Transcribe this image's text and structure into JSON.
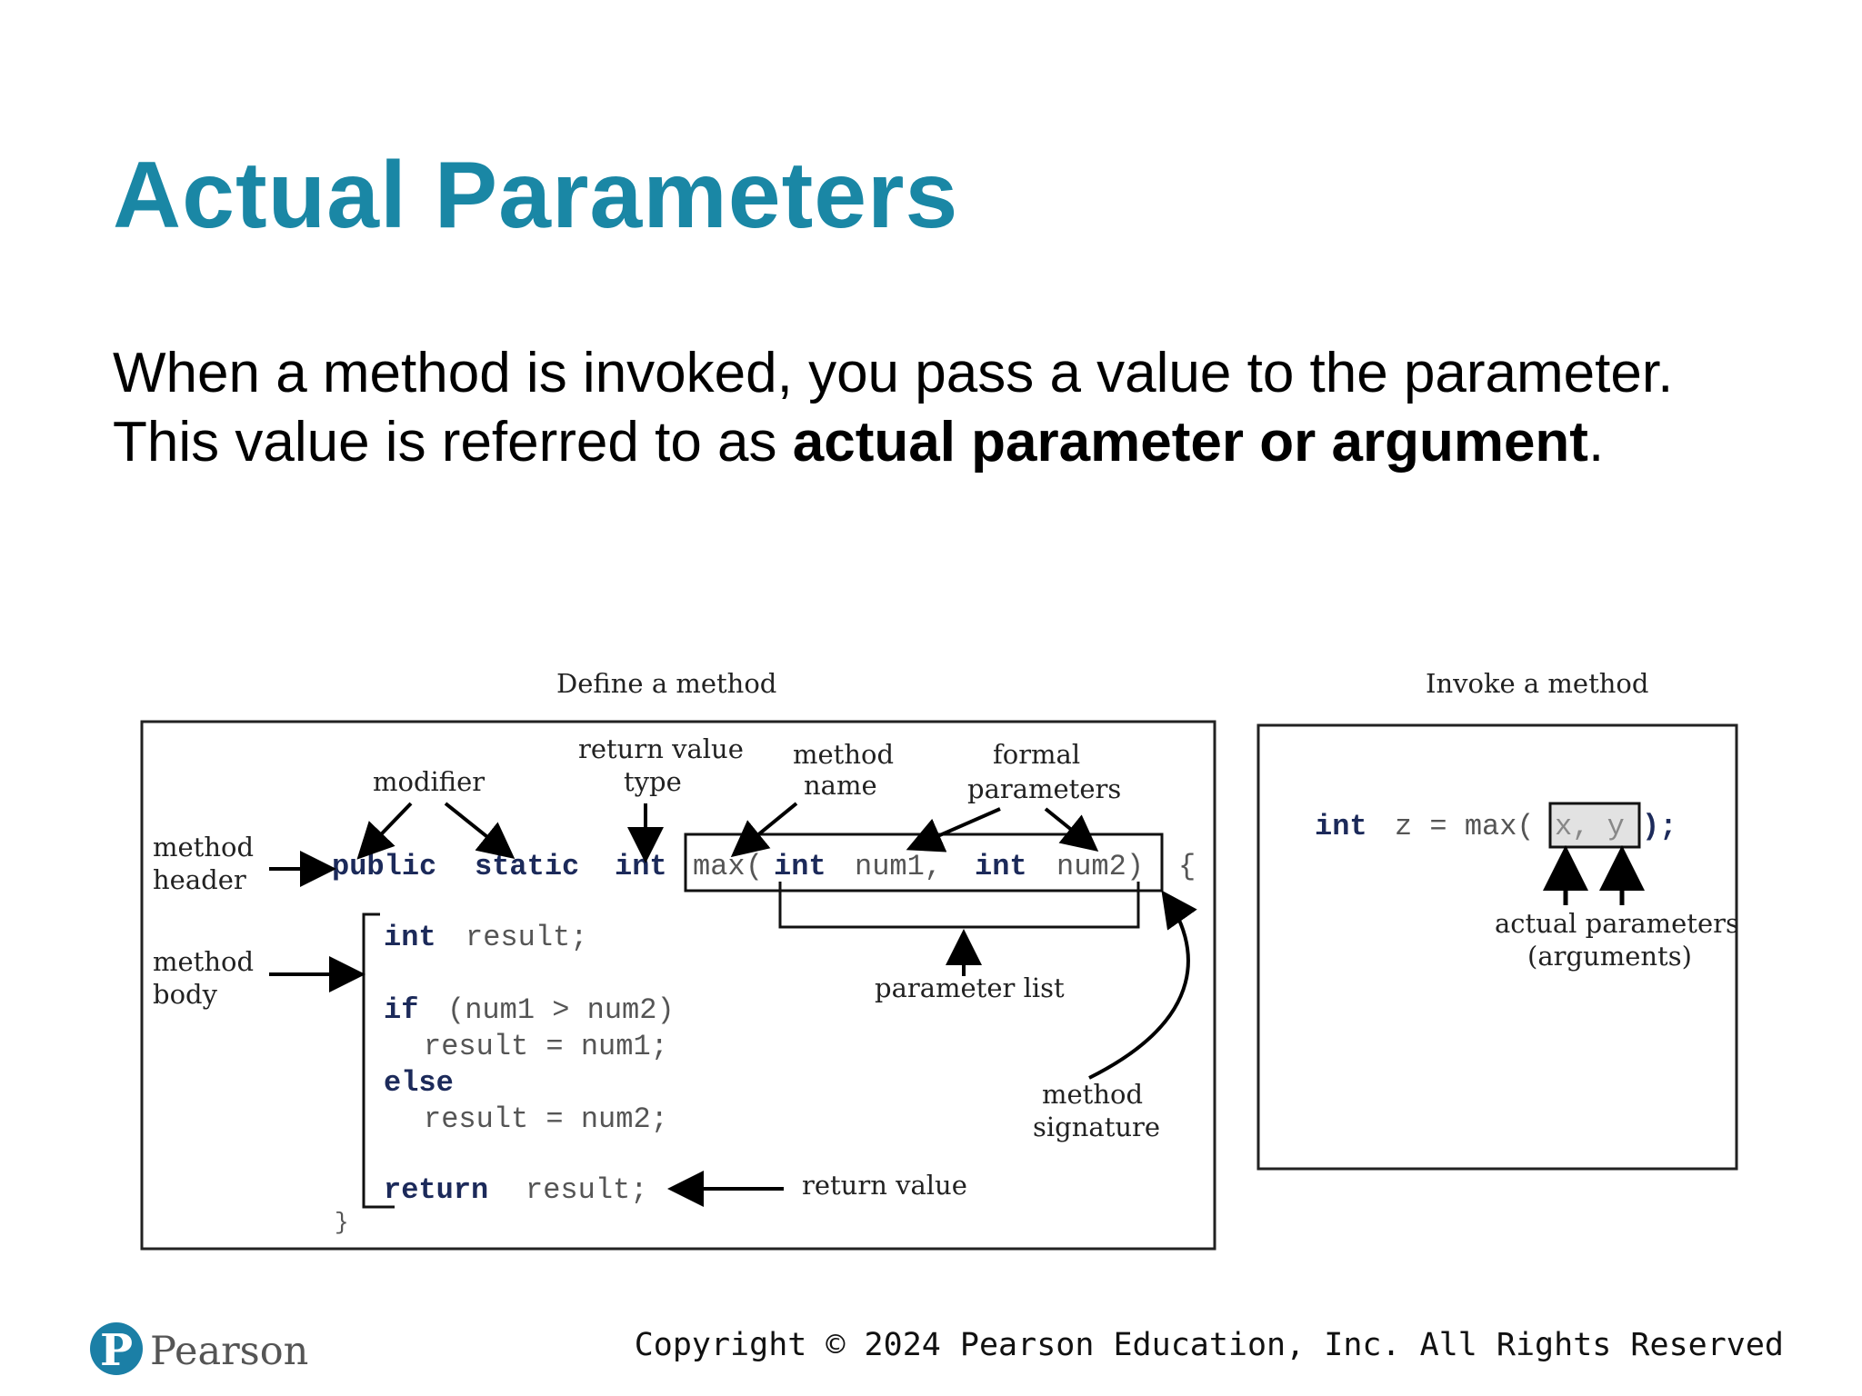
{
  "slide": {
    "title": "Actual Parameters",
    "body_line1": "When a method is invoked, you pass a value to the parameter.",
    "body_line2_prefix": "This value is referred to as ",
    "body_line2_bold": "actual parameter or argument",
    "body_line2_suffix": "."
  },
  "define_panel": {
    "caption": "Define a method",
    "labels": {
      "modifier": "modifier",
      "return_value_type_1": "return value",
      "return_value_type_2": "type",
      "method_name_1": "method",
      "method_name_2": "name",
      "formal_parameters_1": "formal",
      "formal_parameters_2": "parameters",
      "method_header_1": "method",
      "method_header_2": "header",
      "method_body_1": "method",
      "method_body_2": "body",
      "parameter_list": "parameter list",
      "method_signature_1": "method",
      "method_signature_2": "signature",
      "return_value": "return value"
    },
    "code": {
      "kw_public": "public",
      "kw_static": "static",
      "kw_int": "int",
      "name": "max",
      "open_paren": "(",
      "kw_int_2": "int",
      "num1": "num1,",
      "kw_int_3": "int",
      "num2": "num2)",
      "brace_open": "{",
      "kw_int_4": "int",
      "result_decl": "result;",
      "kw_if": "if",
      "condition": "(num1 > num2)",
      "assign1": "result = num1;",
      "kw_else": "else",
      "assign2": "result = num2;",
      "kw_return": "return",
      "return_expr": "result;",
      "brace_close": "}"
    }
  },
  "invoke_panel": {
    "caption": "Invoke a method",
    "code": {
      "kw_int": "int",
      "assign": "z = max(",
      "args": "x, y",
      "end": ");"
    },
    "label_1": "actual parameters",
    "label_2": "(arguments)"
  },
  "footer": {
    "brand": "Pearson",
    "logo_letter": "P",
    "copyright": "Copyright © 2024 Pearson Education, Inc. All Rights Reserved"
  },
  "colors": {
    "title": "#1a87a5",
    "code_keyword": "#1c2a5a",
    "logo": "#1b7fa6"
  }
}
